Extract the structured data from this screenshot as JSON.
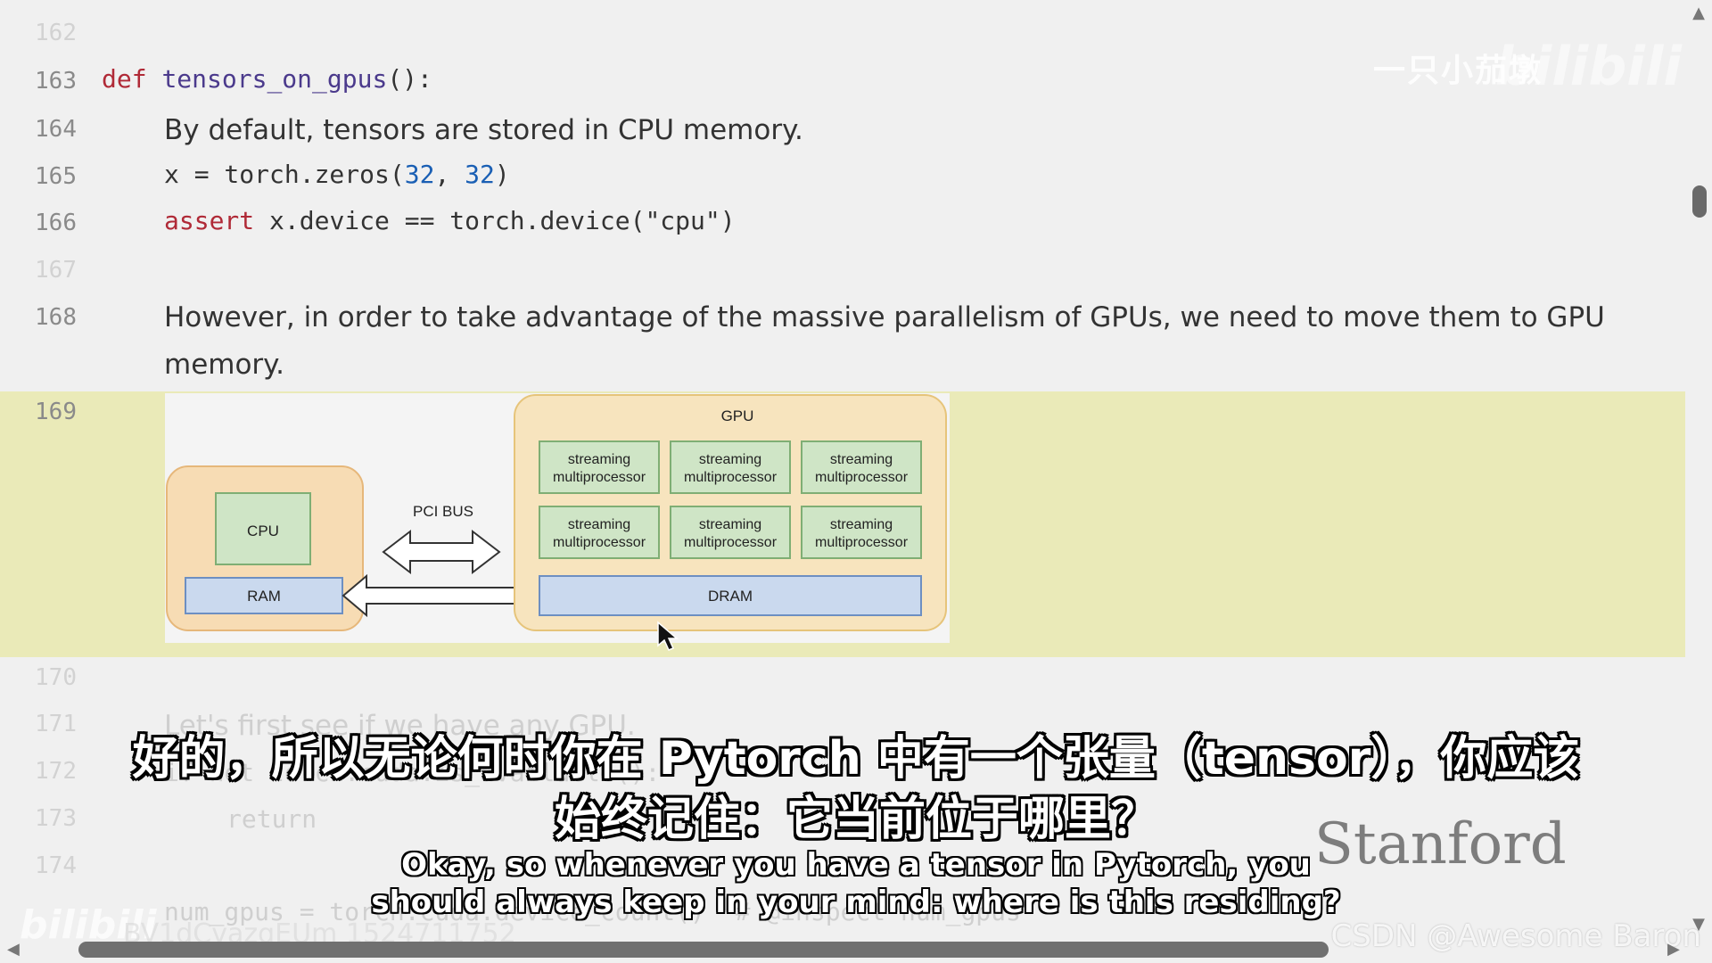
{
  "lines": {
    "n162": "162",
    "n163": "163",
    "n164": "164",
    "n165": "165",
    "n166": "166",
    "n167": "167",
    "n168": "168",
    "n169": "169",
    "n170": "170",
    "n171": "171",
    "n172": "172",
    "n173": "173",
    "n174": "174"
  },
  "code": {
    "l163_kw": "def",
    "l163_fn": "tensors_on_gpus",
    "l163_rest": "():",
    "l164": "By default, tensors are stored in CPU memory.",
    "l165_a": "x = torch.zeros(",
    "l165_n1": "32",
    "l165_sep": ", ",
    "l165_n2": "32",
    "l165_b": ")",
    "l166_kw": "assert",
    "l166_rest": " x.device == torch.device(\"cpu\")",
    "l168_line1": "However, in order to take advantage of the massive parallelism of GPUs, we need to move them to GPU",
    "l168_line2": "memory.",
    "l171": "Let's first see if we have any GPU.",
    "l172": "if not torch.cuda.is_available():",
    "l173": "return",
    "l175": "num_gpus = torch.cuda.device_count()  # @inspect num_gpus"
  },
  "diagram": {
    "cpu": "CPU",
    "ram": "RAM",
    "bus": "PCI BUS",
    "gpu": "GPU",
    "sm1": "streaming",
    "sm2": "multiprocessor",
    "dram": "DRAM"
  },
  "overlay": {
    "uploader": "一只小茄墩",
    "site_logo": "bilibili",
    "video_id": "BV1dCvazqEUm 1524711752",
    "stanford": "Stanford",
    "csdn": "CSDN @Awesome Baron"
  },
  "subtitles": {
    "cn_line1": "好的，所以无论何时你在 Pytorch 中有一个张量（tensor），你应该",
    "cn_line2": "始终记住：它当前位于哪里？",
    "en_line1": "Okay, so whenever you have a tensor in Pytorch, you",
    "en_line2": "should always keep in your mind: where is this residing?"
  }
}
